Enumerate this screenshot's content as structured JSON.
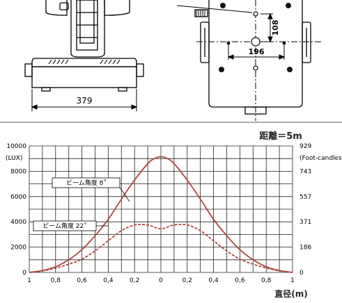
{
  "drawing": {
    "base_width": "379",
    "plate_height": "108",
    "plate_width": "196"
  },
  "chart_data": {
    "type": "line",
    "title": "距離＝5m",
    "xlabel": "直径(m)",
    "x": [
      -1,
      -0.8,
      -0.6,
      -0.4,
      -0.2,
      0,
      0.2,
      0.4,
      0.6,
      0.8,
      1
    ],
    "xtick_labels": [
      "1",
      "0,8",
      "0,6",
      "0,4",
      "0,2",
      "0",
      "0,2",
      "0,4",
      "0,6",
      "0,8",
      "1"
    ],
    "xlim": [
      -1,
      1
    ],
    "ylim": [
      0,
      10000
    ],
    "y_ticks": [
      0,
      2000,
      4000,
      6000,
      8000,
      10000
    ],
    "y_unit_left": "(LUX)",
    "y_ticks_right": [
      "0",
      "186",
      "371",
      "557",
      "743",
      "929"
    ],
    "y_unit_right": "(Foot-candles)",
    "grid": true,
    "series": [
      {
        "name": "ビーム角度 8˚",
        "color": "#a9473e",
        "style": "solid",
        "x": [
          -1,
          -0.9,
          -0.8,
          -0.7,
          -0.6,
          -0.5,
          -0.4,
          -0.3,
          -0.2,
          -0.1,
          -0.05,
          0,
          0.05,
          0.1,
          0.2,
          0.3,
          0.4,
          0.5,
          0.6,
          0.7,
          0.8,
          0.9,
          1
        ],
        "values": [
          0,
          150,
          450,
          1000,
          1800,
          2900,
          4200,
          5800,
          7300,
          8600,
          9000,
          9150,
          9000,
          8600,
          7300,
          5800,
          4200,
          2900,
          1800,
          1000,
          450,
          150,
          0
        ]
      },
      {
        "name": "ビーム角度 22˚",
        "color": "#a9473e",
        "style": "dashed",
        "x": [
          -1,
          -0.9,
          -0.8,
          -0.7,
          -0.6,
          -0.5,
          -0.4,
          -0.3,
          -0.2,
          -0.1,
          0,
          0.1,
          0.2,
          0.3,
          0.4,
          0.5,
          0.6,
          0.7,
          0.8,
          0.9,
          1
        ],
        "values": [
          0,
          120,
          350,
          650,
          1050,
          1700,
          2500,
          3300,
          3750,
          3750,
          3450,
          3750,
          3750,
          3300,
          2500,
          1700,
          1050,
          650,
          350,
          120,
          0
        ]
      }
    ]
  }
}
